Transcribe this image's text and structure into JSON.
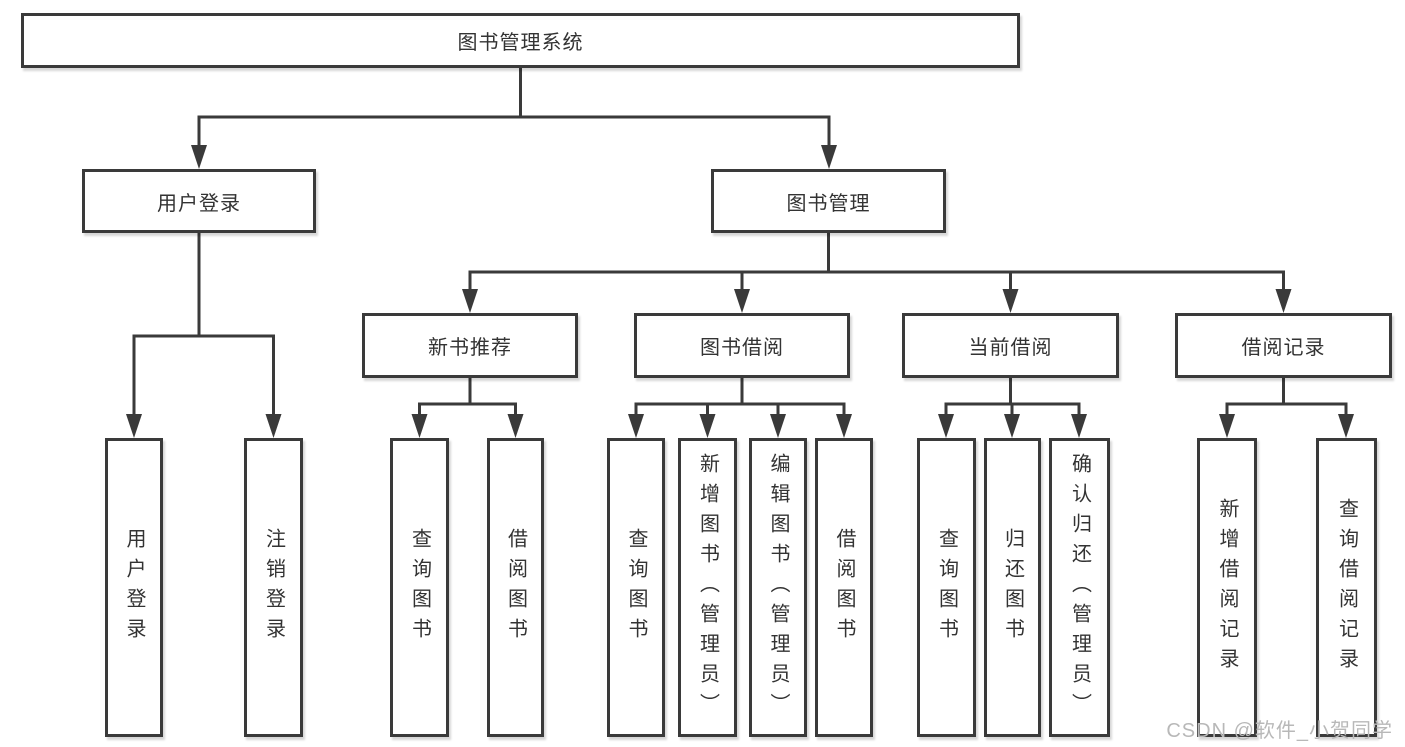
{
  "diagram": {
    "title": "图书管理系统",
    "level2": {
      "user_login": "用户登录",
      "book_management": "图书管理"
    },
    "level3": {
      "new_book_recommend": "新书推荐",
      "book_borrowing": "图书借阅",
      "current_borrowing": "当前借阅",
      "borrowing_records": "借阅记录"
    },
    "leaves": {
      "user_login": "用户登录",
      "logout_login": "注销登录",
      "recommend_query_books": "查询图书",
      "recommend_borrow_books": "借阅图书",
      "borrowing_query_books": "查询图书",
      "borrowing_add_books_admin": "新增图书（管理员）",
      "borrowing_edit_books_admin": "编辑图书（管理员）",
      "borrowing_borrow_books": "借阅图书",
      "current_query_books": "查询图书",
      "current_return_books": "归还图书",
      "current_confirm_return_admin": "确认归还（管理员）",
      "records_add_borrow_record": "新增借阅记录",
      "records_query_borrow_record": "查询借阅记录"
    }
  },
  "watermark": {
    "text": "CSDN @软件_小贺同学"
  },
  "colors": {
    "line": "#3a3a3a",
    "text": "#333333",
    "background": "#ffffff",
    "watermark": "#b8b8b8"
  }
}
